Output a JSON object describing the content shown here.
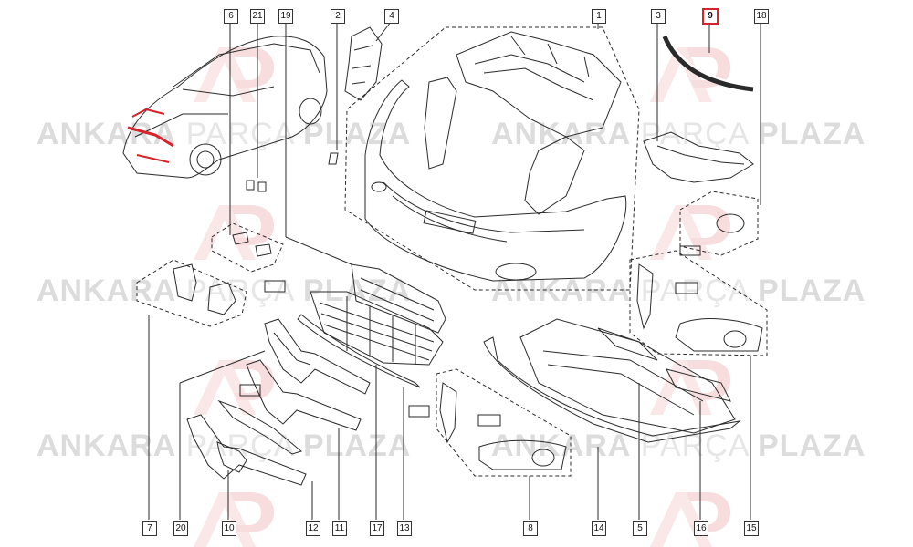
{
  "watermark": {
    "word1": "ANKARA",
    "word2": "PARÇA",
    "word3": "PLAZA",
    "logo_letters": "AP"
  },
  "selected_part": "9",
  "callouts": [
    {
      "id": "6",
      "label": "6"
    },
    {
      "id": "21",
      "label": "21"
    },
    {
      "id": "19",
      "label": "19"
    },
    {
      "id": "2",
      "label": "2"
    },
    {
      "id": "4",
      "label": "4"
    },
    {
      "id": "1",
      "label": "1"
    },
    {
      "id": "3",
      "label": "3"
    },
    {
      "id": "9",
      "label": "9"
    },
    {
      "id": "18",
      "label": "18"
    },
    {
      "id": "7",
      "label": "7"
    },
    {
      "id": "20",
      "label": "20"
    },
    {
      "id": "10",
      "label": "10"
    },
    {
      "id": "12",
      "label": "12"
    },
    {
      "id": "11",
      "label": "11"
    },
    {
      "id": "17",
      "label": "17"
    },
    {
      "id": "13",
      "label": "13"
    },
    {
      "id": "8",
      "label": "8"
    },
    {
      "id": "14",
      "label": "14"
    },
    {
      "id": "5",
      "label": "5"
    },
    {
      "id": "16",
      "label": "16"
    },
    {
      "id": "15",
      "label": "15"
    }
  ],
  "colors": {
    "line": "#2a2a2a",
    "selected": "#d8232a",
    "watermark": "#e0e0e0",
    "logo_red": "#f3c9c9"
  }
}
